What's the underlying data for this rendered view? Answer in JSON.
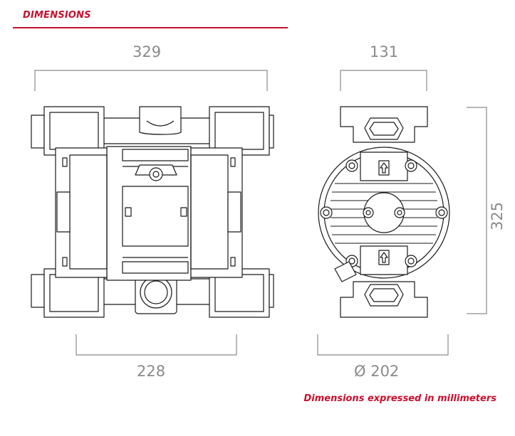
{
  "header": {
    "title": "DIMENSIONS"
  },
  "dimensions": {
    "front_width": "329",
    "front_base_width": "228",
    "side_width": "131",
    "side_diameter": "Ø 202",
    "height": "325"
  },
  "footnote": "Dimensions expressed in millimeters",
  "colors": {
    "accent": "#c8102e",
    "dimension_text": "#8a8a8a",
    "line": "#1a1a1a"
  }
}
